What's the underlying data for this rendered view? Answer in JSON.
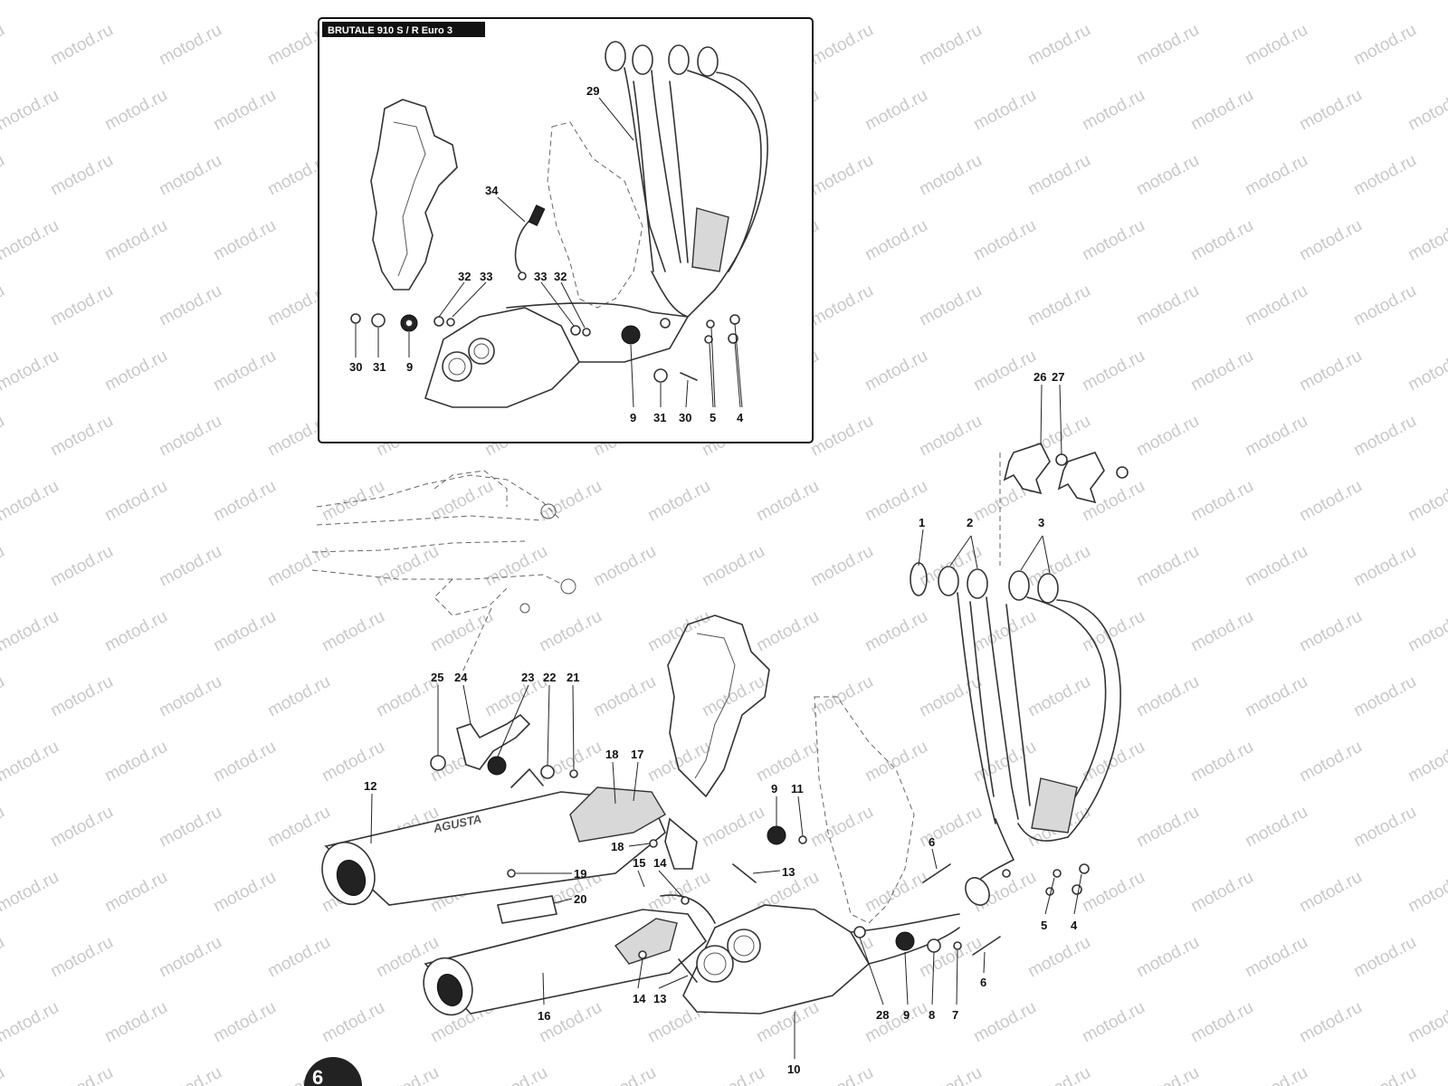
{
  "watermark": "motod.ru",
  "inset": {
    "title": "BRUTALE 910 S / R Euro 3",
    "callouts": [
      "29",
      "34",
      "32",
      "33",
      "33",
      "32",
      "30",
      "31",
      "9",
      "9",
      "31",
      "30",
      "5",
      "4"
    ]
  },
  "main": {
    "callouts": [
      "26",
      "27",
      "1",
      "2",
      "3",
      "25",
      "24",
      "23",
      "22",
      "21",
      "18",
      "17",
      "12",
      "9",
      "11",
      "6",
      "18",
      "13",
      "19",
      "15",
      "14",
      "20",
      "5",
      "4",
      "6",
      "16",
      "14",
      "13",
      "28",
      "9",
      "8",
      "7",
      "10"
    ],
    "muffler_brand": "AGUSTA"
  },
  "page_number": "6"
}
